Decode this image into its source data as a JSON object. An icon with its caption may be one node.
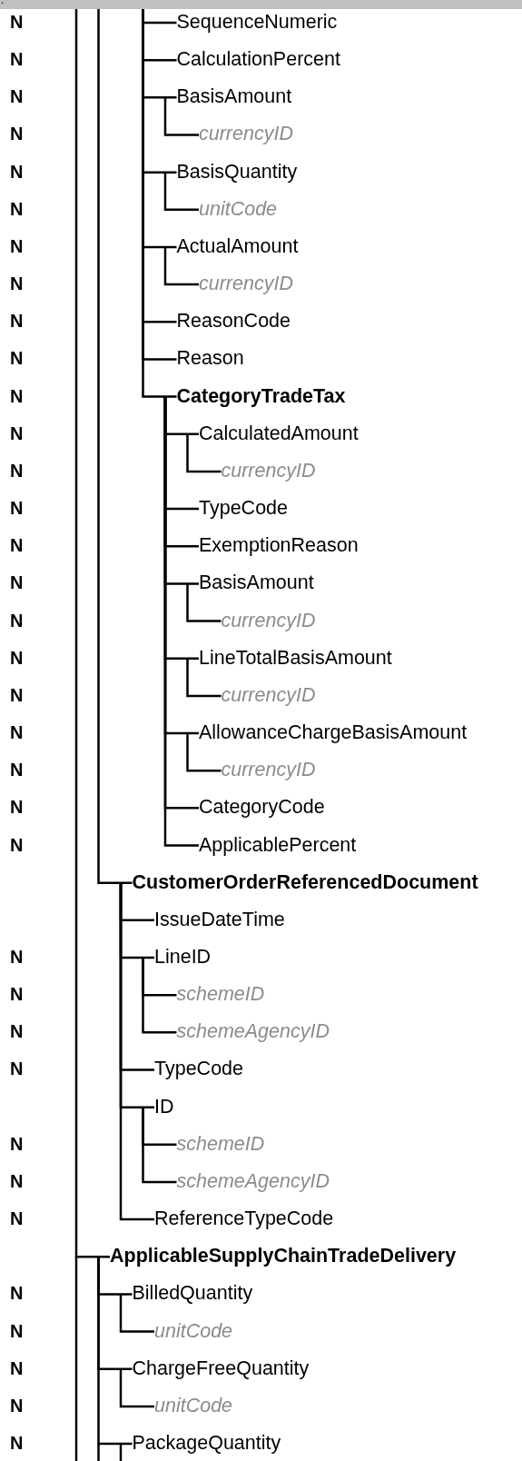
{
  "diagram": {
    "nodes": [
      {
        "text": [
          "SequenceNumeric"
        ]
      },
      {
        "text": [
          "CalculationPercent"
        ]
      },
      {
        "text": [
          "BasisAmount"
        ]
      },
      {
        "text": [
          "currencyID"
        ]
      },
      {
        "text": [
          "BasisQuantity"
        ]
      },
      {
        "text": [
          "unitCode"
        ]
      },
      {
        "text": [
          "ActualAmount"
        ]
      },
      {
        "text": [
          "currencyID"
        ]
      },
      {
        "text": [
          "ReasonCode"
        ]
      },
      {
        "text": [
          "Reason"
        ]
      },
      {
        "text": [
          "CategoryTradeTax"
        ]
      },
      {
        "text": [
          "CalculatedAmount"
        ]
      },
      {
        "text": [
          "currencyID"
        ]
      },
      {
        "text": [
          "TypeCode"
        ]
      },
      {
        "text": [
          "ExemptionReason"
        ]
      },
      {
        "text": [
          "BasisAmount"
        ]
      },
      {
        "text": [
          "currencyID"
        ]
      },
      {
        "text": [
          "LineTotalBasisAmount"
        ]
      },
      {
        "text": [
          "currencyID"
        ]
      },
      {
        "text": [
          "AllowanceChargeBasisAmount"
        ]
      },
      {
        "text": [
          "currencyID"
        ]
      },
      {
        "text": [
          "CategoryCode"
        ]
      },
      {
        "text": [
          "ApplicablePercent"
        ]
      },
      {
        "text": [
          "CustomerOrderReferencedDocument"
        ]
      },
      {
        "text": [
          "IssueDateTime"
        ]
      },
      {
        "text": [
          "LineID"
        ]
      },
      {
        "text": [
          "schemeID"
        ]
      },
      {
        "text": [
          "schemeAgencyID"
        ]
      },
      {
        "text": [
          "TypeCode"
        ]
      },
      {
        "text": [
          "ID"
        ]
      },
      {
        "text": [
          "schemeID"
        ]
      },
      {
        "text": [
          "schemeAgencyID"
        ]
      },
      {
        "text": [
          "ReferenceTypeCode"
        ]
      },
      {
        "text": [
          "ApplicableSupplyChainTradeDelivery"
        ]
      },
      {
        "text": [
          "BilledQuantity"
        ]
      },
      {
        "text": [
          "unitCode"
        ]
      },
      {
        "text": [
          "ChargeFreeQuantity"
        ]
      },
      {
        "text": [
          "unitCode"
        ]
      },
      {
        "text": [
          "PackageQuantity"
        ]
      }
    ],
    "edges": [
      {
        "from": null,
        "to": 0,
        "arrow": "none"
      },
      {
        "from": null,
        "to": 1,
        "arrow": "none"
      },
      {
        "from": null,
        "to": 2,
        "arrow": "none"
      },
      {
        "from": 2,
        "to": 3,
        "arrow": "none"
      },
      {
        "from": null,
        "to": 4,
        "arrow": "none"
      },
      {
        "from": 4,
        "to": 5,
        "arrow": "none"
      },
      {
        "from": null,
        "to": 6,
        "arrow": "none"
      },
      {
        "from": 6,
        "to": 7,
        "arrow": "none"
      },
      {
        "from": null,
        "to": 8,
        "arrow": "none"
      },
      {
        "from": null,
        "to": 9,
        "arrow": "none"
      },
      {
        "from": null,
        "to": 10,
        "arrow": "none"
      },
      {
        "from": 10,
        "to": 11,
        "arrow": "none"
      },
      {
        "from": 11,
        "to": 12,
        "arrow": "none"
      },
      {
        "from": 10,
        "to": 13,
        "arrow": "none"
      },
      {
        "from": 10,
        "to": 14,
        "arrow": "none"
      },
      {
        "from": 10,
        "to": 15,
        "arrow": "none"
      },
      {
        "from": 15,
        "to": 16,
        "arrow": "none"
      },
      {
        "from": 10,
        "to": 17,
        "arrow": "none"
      },
      {
        "from": 17,
        "to": 18,
        "arrow": "none"
      },
      {
        "from": 10,
        "to": 19,
        "arrow": "none"
      },
      {
        "from": 19,
        "to": 20,
        "arrow": "none"
      },
      {
        "from": 10,
        "to": 21,
        "arrow": "none"
      },
      {
        "from": 10,
        "to": 22,
        "arrow": "none"
      },
      {
        "from": null,
        "to": 23,
        "arrow": "none"
      },
      {
        "from": 23,
        "to": 24,
        "arrow": "none"
      },
      {
        "from": 23,
        "to": 25,
        "arrow": "none"
      },
      {
        "from": 25,
        "to": 26,
        "arrow": "none"
      },
      {
        "from": 25,
        "to": 27,
        "arrow": "none"
      },
      {
        "from": 23,
        "to": 28,
        "arrow": "none"
      },
      {
        "from": 23,
        "to": 29,
        "arrow": "none"
      },
      {
        "from": 29,
        "to": 30,
        "arrow": "none"
      },
      {
        "from": 29,
        "to": 31,
        "arrow": "none"
      },
      {
        "from": 23,
        "to": 32,
        "arrow": "none"
      },
      {
        "from": null,
        "to": 33,
        "arrow": "none"
      },
      {
        "from": 33,
        "to": 34,
        "arrow": "none"
      },
      {
        "from": 34,
        "to": 35,
        "arrow": "none"
      },
      {
        "from": 33,
        "to": 36,
        "arrow": "none"
      },
      {
        "from": 36,
        "to": 37,
        "arrow": "none"
      },
      {
        "from": 33,
        "to": 38,
        "arrow": "none"
      }
    ],
    "labels": [
      ".",
      "N",
      "N",
      "N",
      "N",
      "N",
      "N",
      "N",
      "N",
      "N",
      "N",
      "N",
      "N",
      "N",
      "N",
      "N",
      "N",
      "N",
      "N",
      "N",
      "N",
      "N",
      "N",
      "N",
      "N",
      "N",
      "N",
      "N",
      "N",
      "N",
      "N",
      "N",
      "N",
      "N",
      "N",
      "N"
    ]
  }
}
